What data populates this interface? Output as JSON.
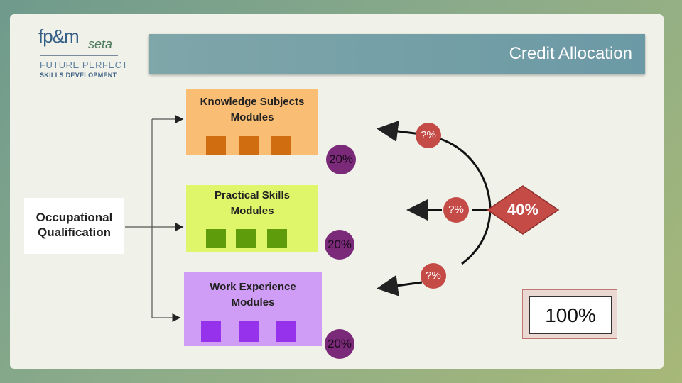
{
  "header": {
    "title": "Credit Allocation"
  },
  "logo": {
    "brand": "fp&m",
    "seta": "seta",
    "line1": "FUTURE PERFECT",
    "line2": "SKILLS DEVELOPMENT"
  },
  "qualification": {
    "label_line1": "Occupational",
    "label_line2": "Qualification"
  },
  "modules": [
    {
      "line1": "Knowledge Subjects",
      "line2": "Modules",
      "percent": "20%",
      "question": "?%",
      "color": "#f9bd73",
      "square_color": "#d06d10"
    },
    {
      "line1": "Practical Skills",
      "line2": "Modules",
      "percent": "20%",
      "question": "?%",
      "color": "#dff56a",
      "square_color": "#5e9c0c"
    },
    {
      "line1": "Work Experience",
      "line2": "Modules",
      "percent": "20%",
      "question": "?%",
      "color": "#cf9cf6",
      "square_color": "#9631ec"
    }
  ],
  "allocation": {
    "diamond": "40%",
    "total": "100%",
    "diamond_color": "#c54b46"
  }
}
